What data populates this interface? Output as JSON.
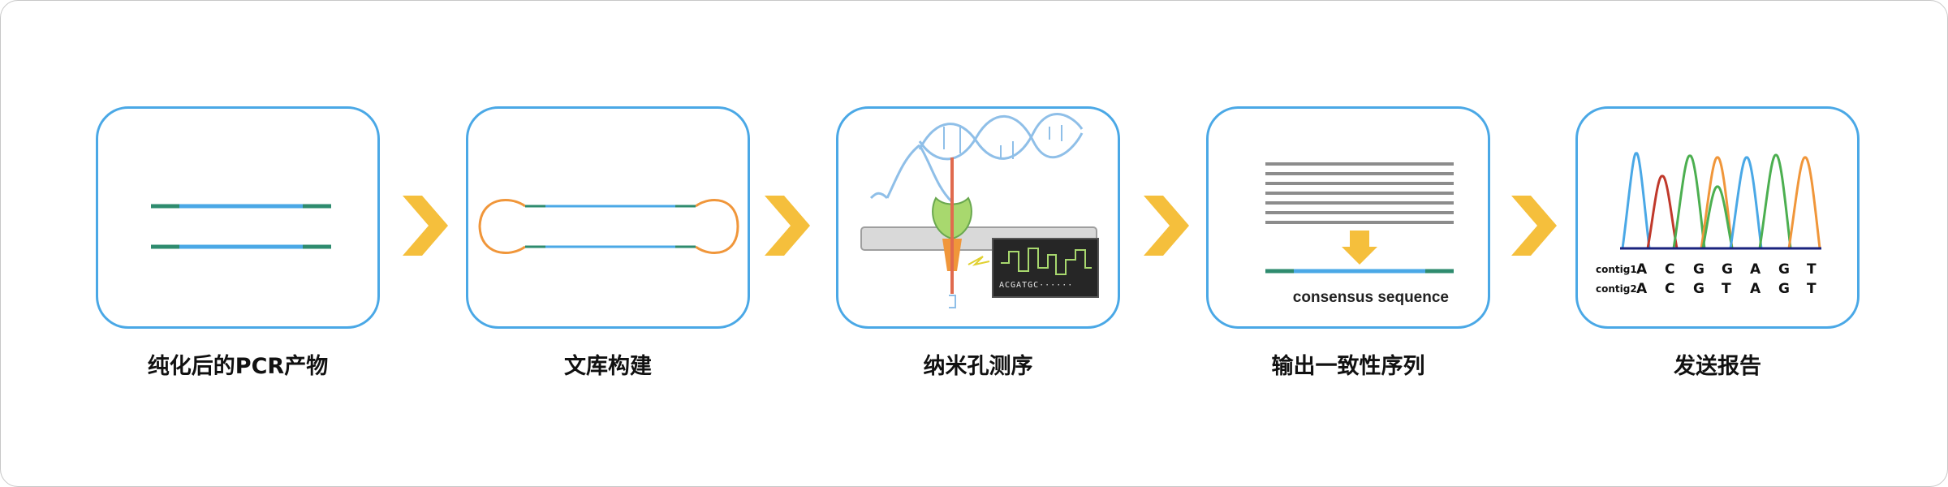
{
  "steps": [
    {
      "label": "纯化后的PCR产物"
    },
    {
      "label": "文库构建"
    },
    {
      "label": "纳米孔测序"
    },
    {
      "label": "输出一致性序列",
      "inner_text": "consensus sequence"
    },
    {
      "label": "发送报告"
    }
  ],
  "sequencing": {
    "readout": "ACGATGC······"
  },
  "report": {
    "contigs": [
      {
        "name": "contig1",
        "bases": [
          "A",
          "C",
          "G",
          "G",
          "A",
          "G",
          "T"
        ]
      },
      {
        "name": "contig2",
        "bases": [
          "A",
          "C",
          "G",
          "T",
          "A",
          "G",
          "T"
        ]
      }
    ]
  },
  "colors": {
    "card_border": "#4aa8e6",
    "arrow": "#f5bf3c",
    "dna_blue": "#4aa8e6",
    "dna_green": "#2e8b6e",
    "adapter_orange": "#f0963a"
  }
}
